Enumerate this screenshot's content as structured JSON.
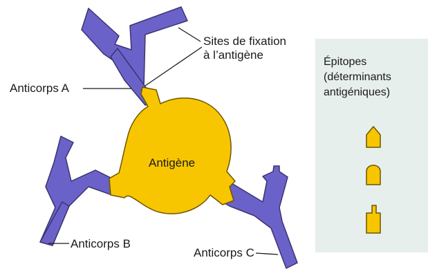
{
  "colors": {
    "antibody": "#6b62c9",
    "antibody_stroke": "#3a3470",
    "antigen": "#f7c600",
    "antigen_stroke": "#6b5500",
    "legend_bg": "#e7efec"
  },
  "labels": {
    "antigen": "Antigène",
    "binding_sites_line1": "Sites de fixation",
    "binding_sites_line2": "à l’antigène",
    "antibody_a": "Anticorps A",
    "antibody_b": "Anticorps B",
    "antibody_c": "Anticorps C"
  },
  "legend": {
    "title_line1": "Épitopes",
    "title_line2": "(déterminants",
    "title_line3": "antigéniques)",
    "shapes": [
      "pointed-epitope-icon",
      "rounded-epitope-icon",
      "stepped-epitope-icon"
    ]
  }
}
